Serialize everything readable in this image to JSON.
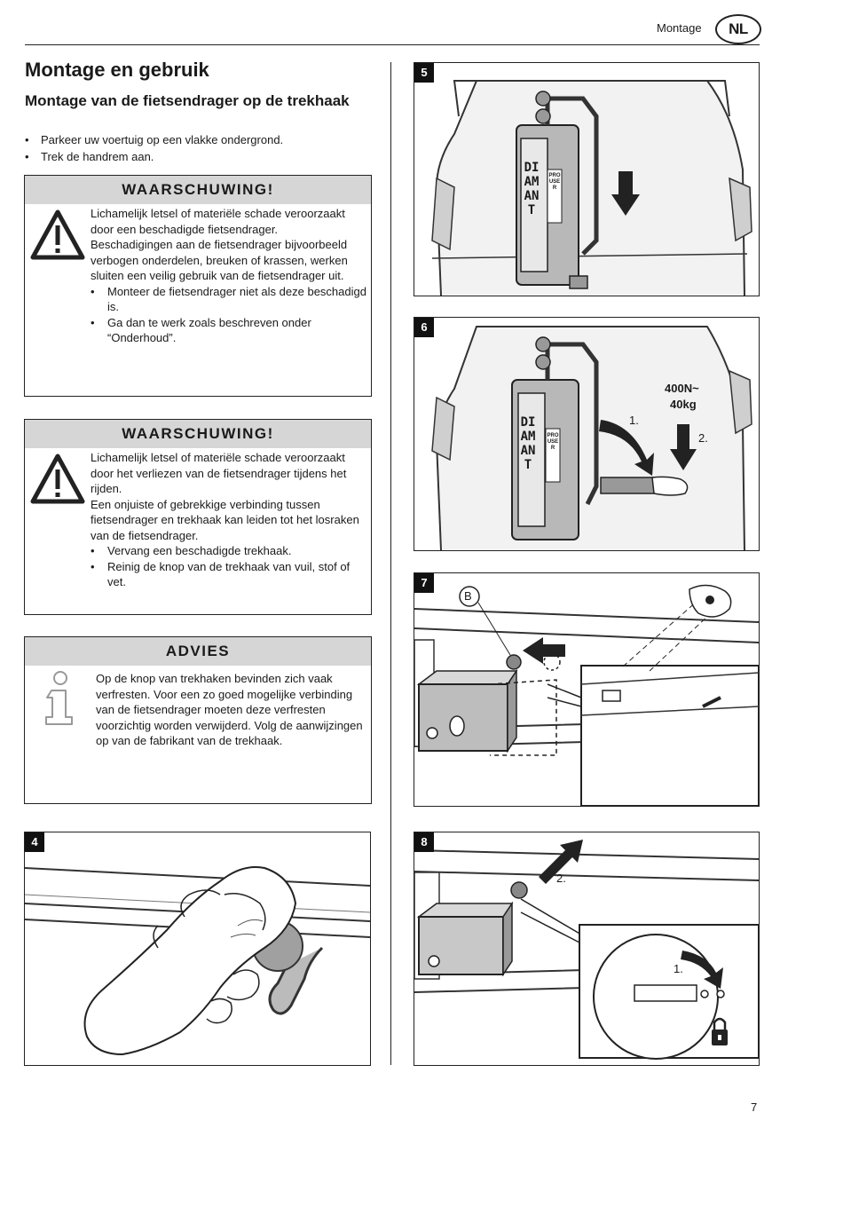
{
  "header": {
    "section": "Montage",
    "language_badge": "NL"
  },
  "title": "Montage en gebruik",
  "subtitle": "Montage van de fietsendrager op de trekhaak",
  "intro_bullets": [
    "Parkeer uw voertuig op een vlakke ondergrond.",
    "Trek de handrem aan."
  ],
  "warning1": {
    "heading": "WAARSCHUWING!",
    "p1": "Lichamelijk letsel of materiële schade veroorzaakt door een beschadigde fietsendrager.",
    "p2": "Beschadigingen aan de fietsendrager bijvoorbeeld verbogen onderdelen, breuken of krassen, werken sluiten een veilig gebruik van de fietsendrager uit.",
    "bullets": [
      "Monteer de fietsendrager niet als deze beschadigd is.",
      "Ga dan te werk zoals beschreven onder “Onderhoud”."
    ]
  },
  "warning2": {
    "heading": "WAARSCHUWING!",
    "p1": "Lichamelijk letsel of materiële schade veroorzaakt door het verliezen van de fietsendrager tijdens het rijden.",
    "p2": "Een onjuiste of gebrekkige verbinding tussen fietsendrager en trekhaak kan leiden tot het losraken van de fietsendrager.",
    "bullets": [
      "Vervang een beschadigde trekhaak.",
      "Reinig de knop van de trekhaak van vuil, stof of vet."
    ]
  },
  "advice": {
    "heading": "ADVIES",
    "text": "Op de knop van trekhaken bevinden zich vaak verfresten. Voor een zo goed mogelijke verbinding van de fietsendrager moeten deze verfresten voorzichtig worden verwijderd. Volg de aanwijzingen op van de fabrikant van de trekhaak."
  },
  "figures": {
    "fig4": {
      "number": "4"
    },
    "fig5": {
      "number": "5",
      "brand": "DIAMANT",
      "logo": "PRO USER"
    },
    "fig6": {
      "number": "6",
      "brand": "DIAMANT",
      "logo": "PRO USER",
      "load_line1": "400N~",
      "load_line2": "40kg",
      "step1": "1.",
      "step2": "2."
    },
    "fig7": {
      "number": "7",
      "callout": "B"
    },
    "fig8": {
      "number": "8",
      "step1": "1.",
      "step2": "2."
    }
  },
  "page_number": "7"
}
